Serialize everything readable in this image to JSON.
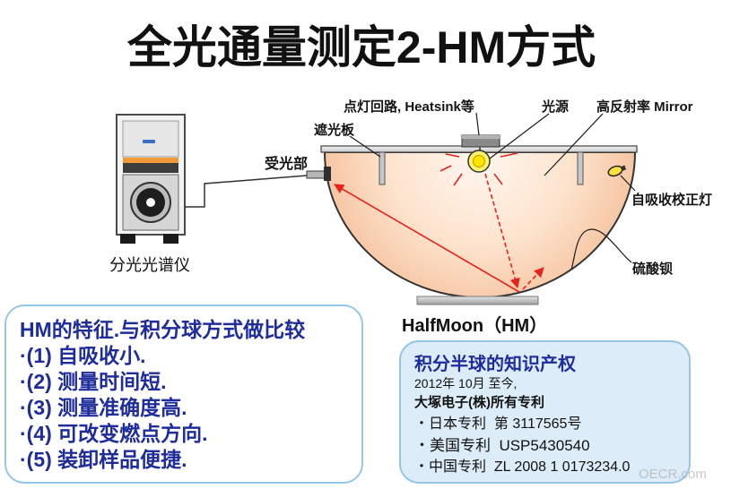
{
  "title": "全光通量测定2-HM方式",
  "spectrometer": {
    "label": "分光光谱仪"
  },
  "diagram": {
    "circuit_label": "点灯回路, Heatsink等",
    "light_source_label": "光源",
    "mirror_label": "高反射率 Mirror",
    "baffle_label": "遮光板",
    "detector_label": "受光部",
    "correction_lamp_label": "自吸收校正灯",
    "coating_label": "硫酸钡",
    "device_name": "HalfMoon（HM）"
  },
  "features": {
    "heading": "HM的特征.与积分球方式做比较",
    "items": [
      "·(1) 自吸收小.",
      "·(2) 测量时间短.",
      "·(3) 测量准确度高.",
      "·(4) 可改变燃点方向.",
      "·(5) 装卸样品便捷."
    ]
  },
  "patents": {
    "heading": "积分半球的知识产权",
    "since": "2012年 10月 至今,",
    "owner": "大塚电子(株)所有专利",
    "items": [
      "・日本专利  第 3117565号",
      "・美国专利  USP5430540",
      "・中国专利  ZL 2008 1 0173234.0"
    ]
  },
  "watermark": "OECR.com",
  "colors": {
    "text_blue": "#1f2c9c",
    "box_border": "#94c6e7",
    "patent_box_fill": "#dcecf8",
    "light_ray": "#e5231c"
  }
}
